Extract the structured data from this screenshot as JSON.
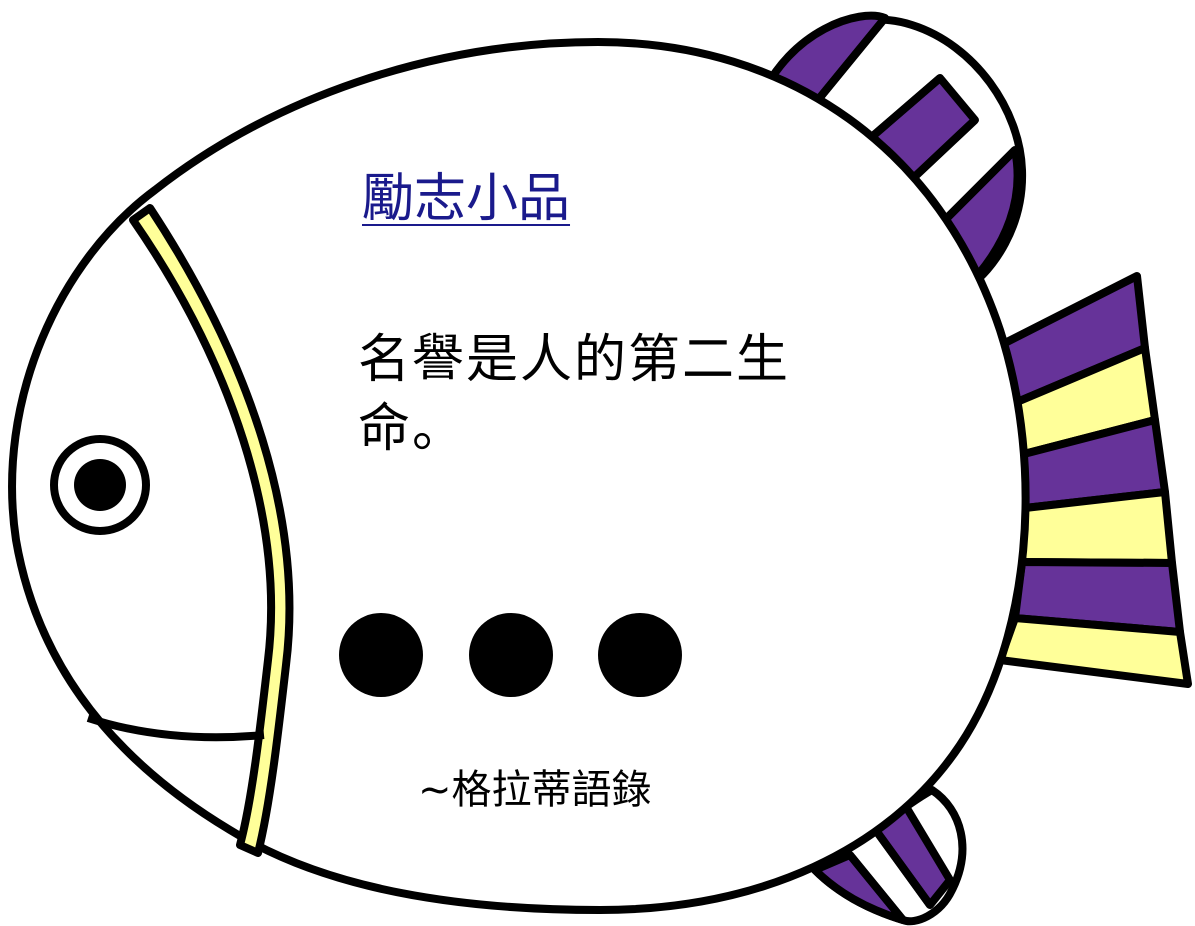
{
  "slide": {
    "title": "勵志小品",
    "quote": "名譽是人的第二生命。",
    "attribution": "~格拉蒂語錄"
  },
  "colors": {
    "outline": "#000000",
    "body_fill": "#ffffff",
    "fin_purple": "#663399",
    "fin_yellow": "#ffff99",
    "title_link": "#1a1a8c"
  },
  "decorations": {
    "fish": "fish-illustration",
    "eye": "fish-eye-icon",
    "dots": [
      "dot",
      "dot",
      "dot"
    ]
  }
}
